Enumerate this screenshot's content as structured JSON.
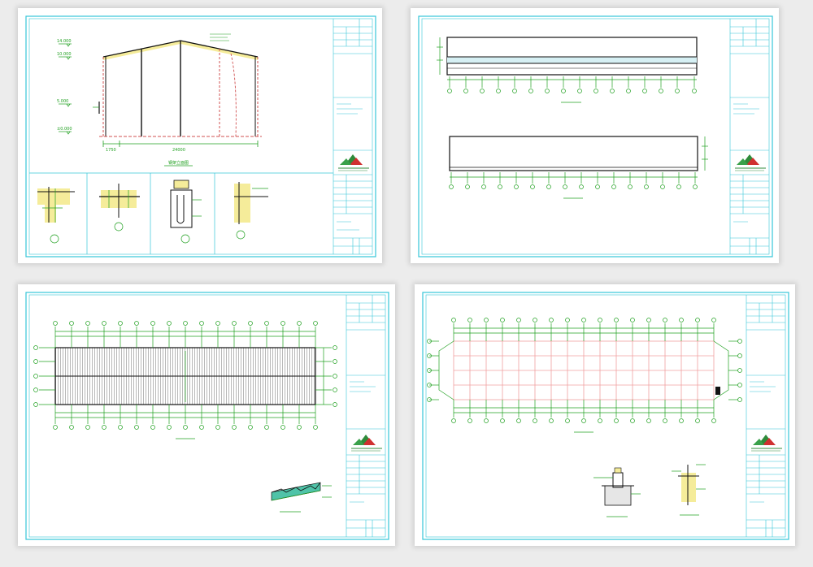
{
  "sheets": [
    {
      "name": "sheet-elevation-details",
      "drawing": {
        "elevations": [
          "14.000",
          "10.000",
          "5.000",
          "±0.000"
        ],
        "dimensions": [
          "1750",
          "24000"
        ],
        "title": "钢架立面图"
      }
    },
    {
      "name": "sheet-wall-elevations"
    },
    {
      "name": "sheet-roof-plan"
    },
    {
      "name": "sheet-foundation-plan"
    }
  ],
  "colors": {
    "border": "#36c6d8",
    "line": "#111111",
    "axis": "#20a020",
    "highlight": "#f0e060",
    "grid_red": "#f0a0a0",
    "logo_green": "#2e8b3a",
    "logo_red": "#d03030"
  }
}
